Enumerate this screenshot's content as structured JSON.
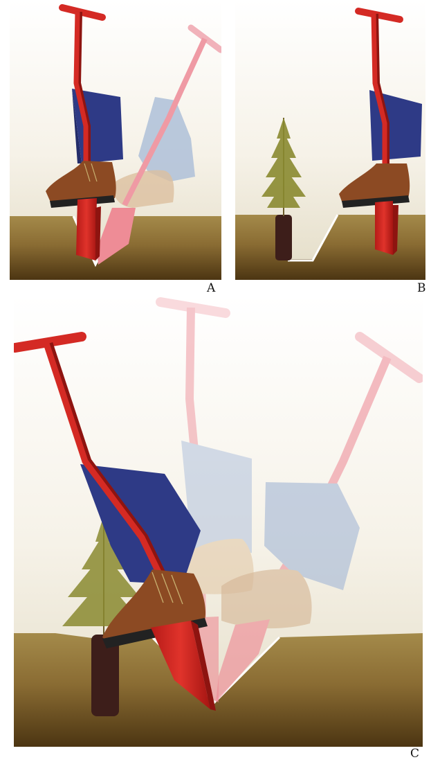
{
  "labels": {
    "a": "A",
    "b": "B",
    "c": "C"
  },
  "colors": {
    "spade": "#d42a24",
    "spade_shadow": "#8e1410",
    "spade_ghost": "#ee8c96",
    "trouser": "#2e3a86",
    "trouser_ghost": "#a8bad6",
    "boot": "#8c4a23",
    "boot_ghost": "#dcb898",
    "soil_top": "#a48a4a",
    "soil_bottom": "#4c3512",
    "sky_top": "#ffffff",
    "sky_bottom": "#e3dcc6",
    "needles": "#8a8a30",
    "root_plug": "#3d1e1a"
  },
  "icons": {
    "tree": "seedling-tree-icon",
    "boot": "boot-icon",
    "spade": "planting-spade-icon"
  }
}
